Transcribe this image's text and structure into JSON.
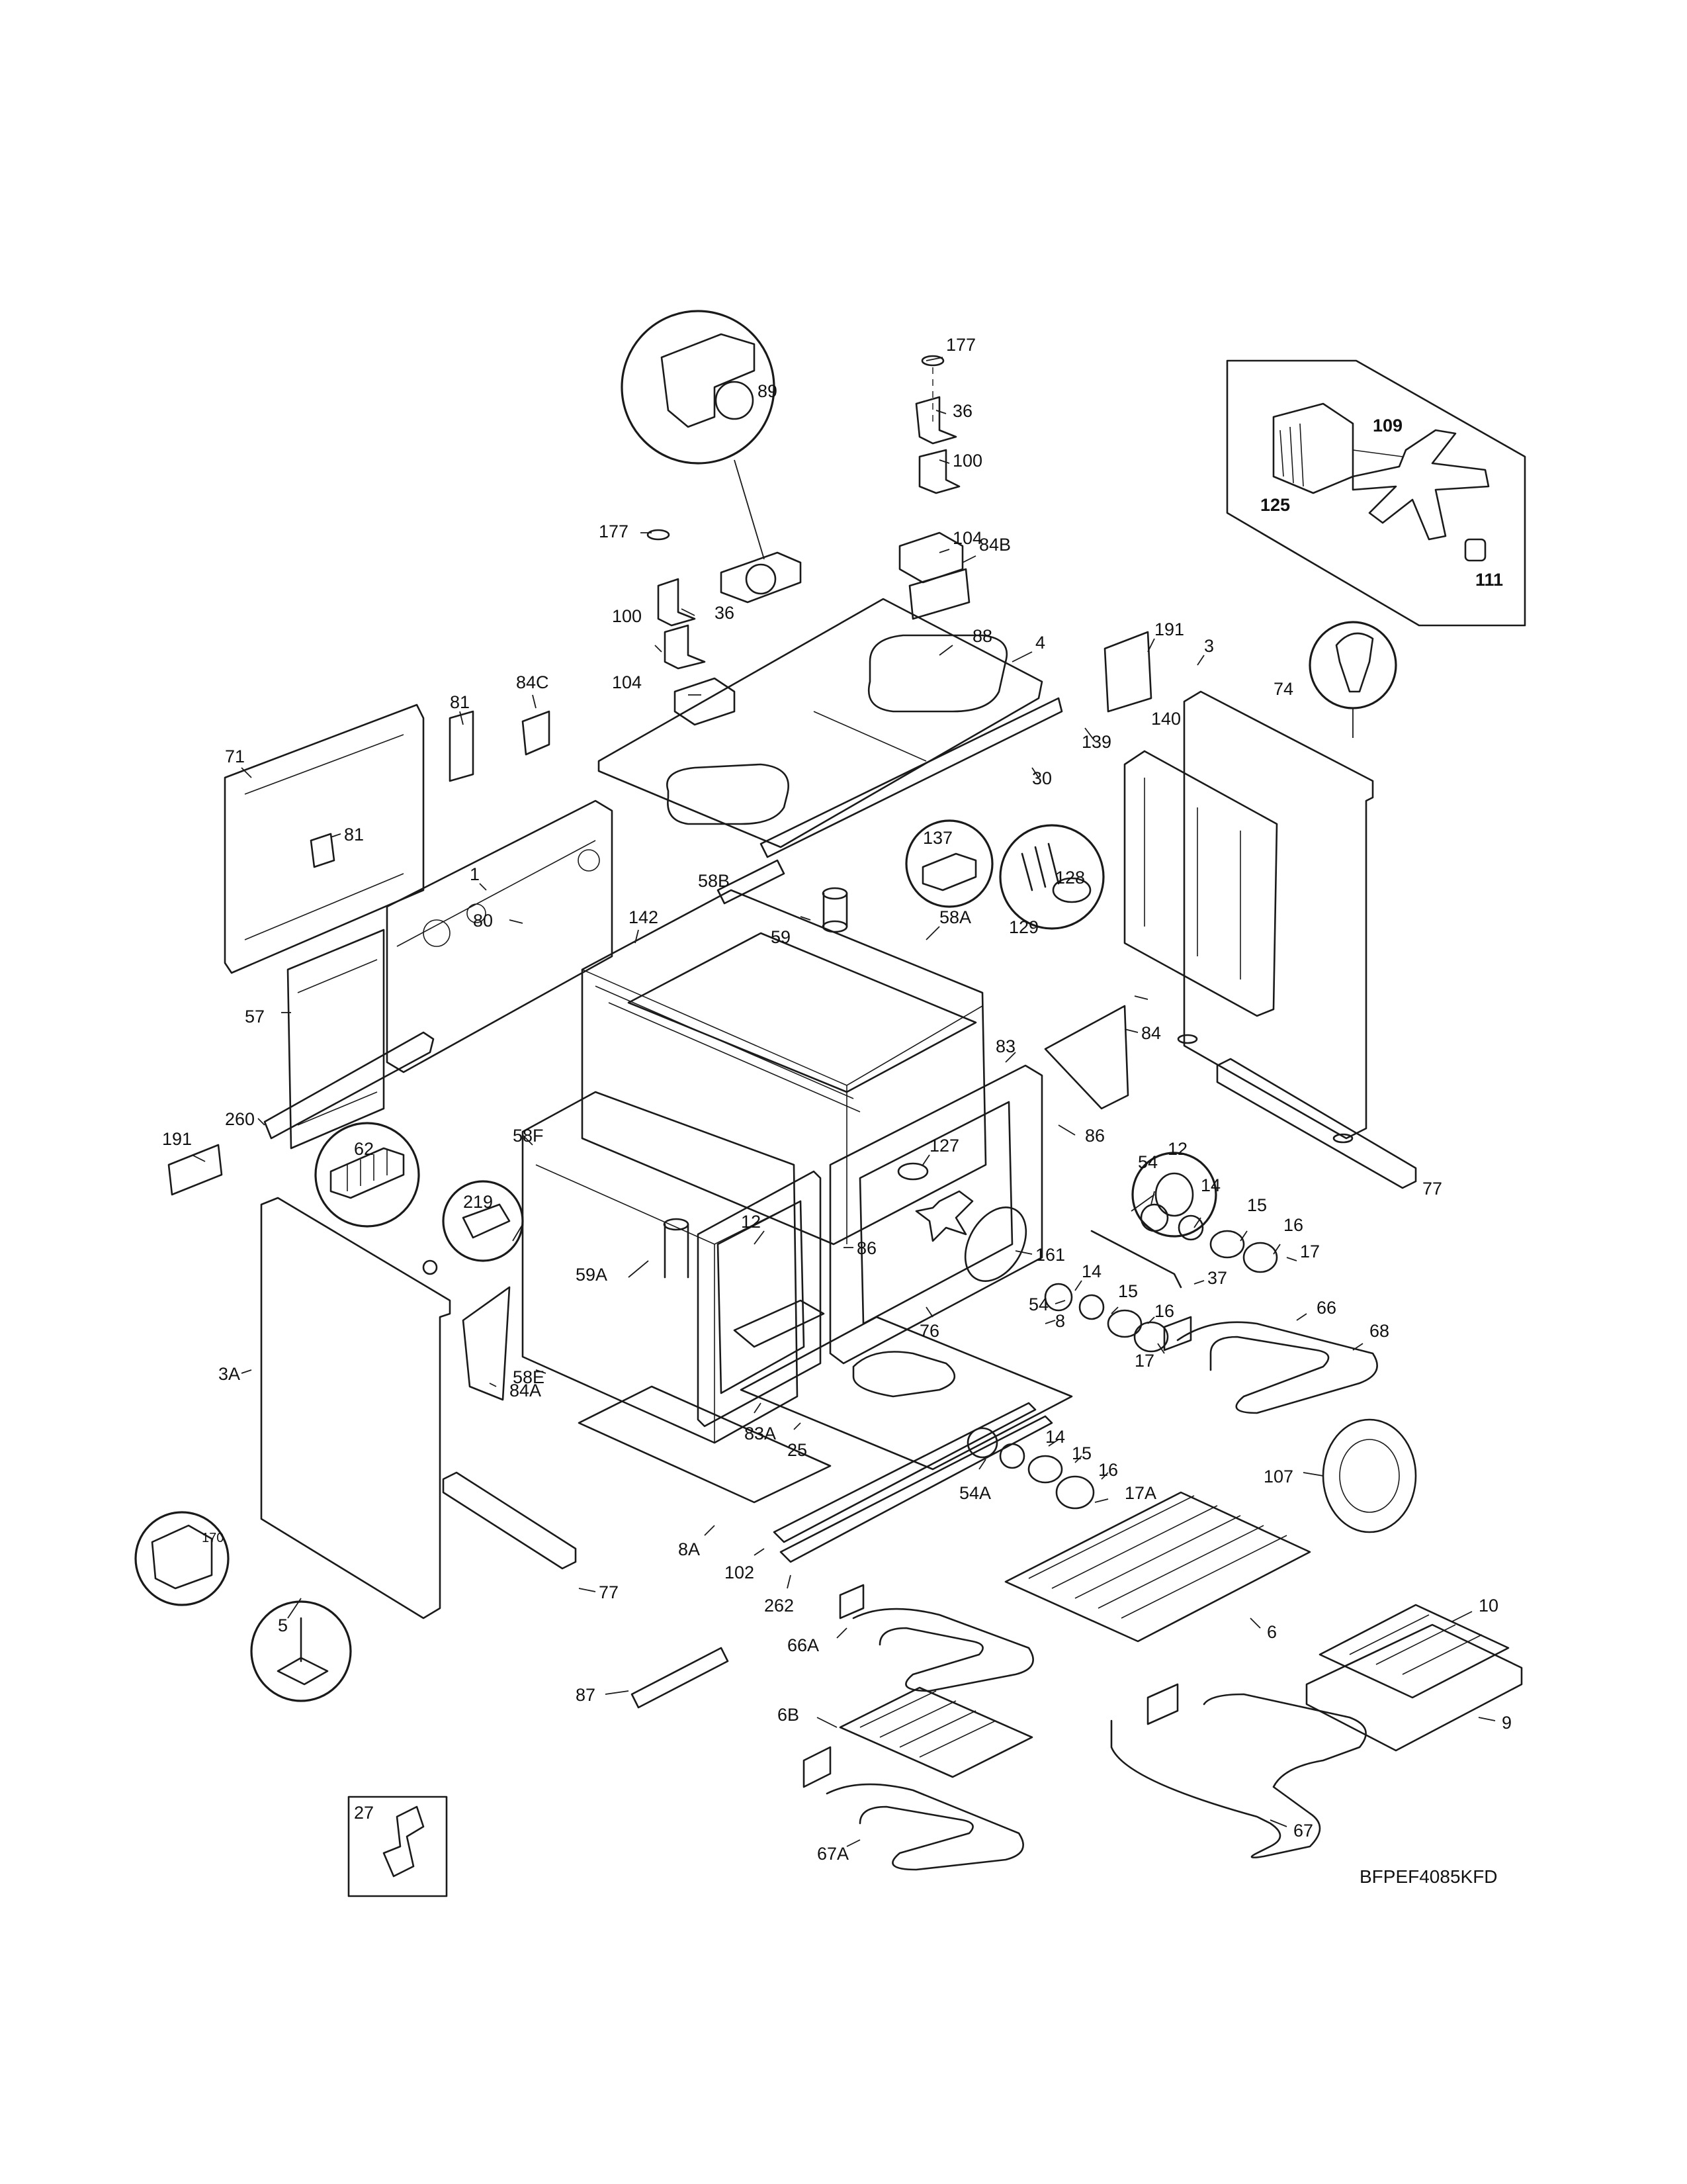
{
  "model_code": "BFPEF4085KFD",
  "labels": [
    "177",
    "36",
    "100",
    "104",
    "84B",
    "89",
    "177",
    "100",
    "36",
    "4",
    "88",
    "104",
    "84C",
    "191",
    "3",
    "139",
    "30",
    "81",
    "71",
    "81",
    "1",
    "80",
    "142",
    "58B",
    "137",
    "59",
    "58A",
    "128",
    "129",
    "140",
    "57",
    "84",
    "83",
    "12",
    "191",
    "260",
    "58F",
    "62",
    "127",
    "86",
    "54",
    "14",
    "15",
    "16",
    "17",
    "219",
    "59A",
    "12",
    "86",
    "161",
    "14",
    "54",
    "15",
    "16",
    "37",
    "3A",
    "76",
    "8",
    "17",
    "66",
    "68",
    "58E",
    "84A",
    "83A",
    "25",
    "14",
    "15",
    "16",
    "54A",
    "17A",
    "107",
    "170",
    "5",
    "8A",
    "77",
    "102",
    "262",
    "6",
    "66A",
    "87",
    "10",
    "6B",
    "9",
    "27",
    "67",
    "67A",
    "77",
    "109",
    "125",
    "111",
    "74"
  ]
}
